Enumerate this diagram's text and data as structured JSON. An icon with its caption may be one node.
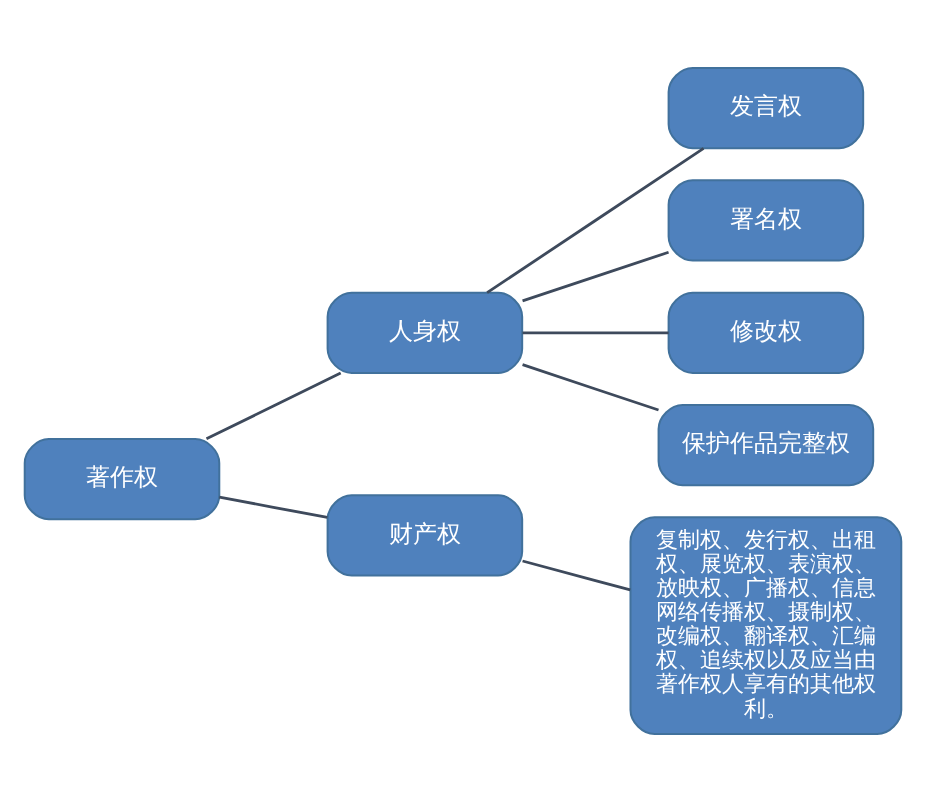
{
  "diagram": {
    "nodes": [
      {
        "text": [
          "著作权"
        ]
      },
      {
        "text": [
          "人身权"
        ]
      },
      {
        "text": [
          "发言权"
        ]
      },
      {
        "text": [
          "署名权"
        ]
      },
      {
        "text": [
          "修改权"
        ]
      },
      {
        "text": [
          "保护作品完整权"
        ]
      },
      {
        "text": [
          "财产权"
        ]
      },
      {
        "text": [
          "复制权、发行权、出租权、展览权、表演权、放映权、广播权、信息网络传播权、摄制权、改编权、翻译权、汇编权、追续权以及应当由著作权人享有的其他权利。"
        ]
      }
    ],
    "edges": [
      {
        "from": 0,
        "to": 1,
        "arrow": "none"
      },
      {
        "from": 0,
        "to": 6,
        "arrow": "none"
      },
      {
        "from": 1,
        "to": 2,
        "arrow": "none"
      },
      {
        "from": 1,
        "to": 3,
        "arrow": "none"
      },
      {
        "from": 1,
        "to": 4,
        "arrow": "none"
      },
      {
        "from": 1,
        "to": 5,
        "arrow": "none"
      },
      {
        "from": 6,
        "to": 7,
        "arrow": "none"
      }
    ]
  }
}
